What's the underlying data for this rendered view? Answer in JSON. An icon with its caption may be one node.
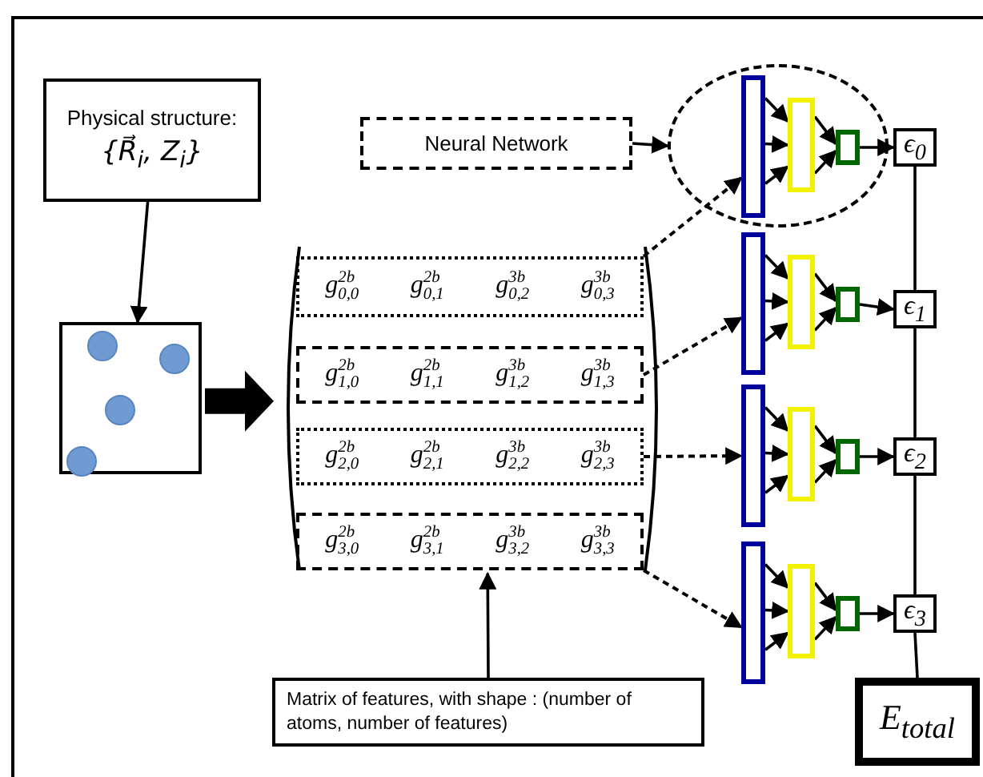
{
  "diagram": {
    "nodes": [
      {
        "text": [
          "Physical structure:",
          "{R⃗$_{i}$, Z$_{i}$}"
        ]
      },
      {
        "text": [],
        "shape": "picture"
      },
      {
        "text": [
          "Neural Network"
        ]
      },
      {
        "text": [],
        "shape": "ellipse"
      },
      {
        "text": [],
        "shape": "matrix"
      },
      {
        "text": [
          "g$^{2b}$$_{0,0}$",
          "g$^{2b}$$_{0,1}$",
          "g$^{3b}$$_{0,2}$",
          "g$^{3b}$$_{0,3}$"
        ],
        "in": 4
      },
      {
        "text": [
          "g$^{2b}$$_{1,0}$",
          "g$^{2b}$$_{1,1}$",
          "g$^{3b}$$_{1,2}$",
          "g$^{3b}$$_{1,3}$"
        ],
        "in": 4
      },
      {
        "text": [
          "g$^{2b}$$_{2,0}$",
          "g$^{2b}$$_{2,1}$",
          "g$^{3b}$$_{2,2}$",
          "g$^{3b}$$_{2,3}$"
        ],
        "in": 4
      },
      {
        "text": [
          "g$^{2b}$$_{3,0}$",
          "g$^{2b}$$_{3,1}$",
          "g$^{3b}$$_{3,2}$",
          "g$^{3b}$$_{3,3}$"
        ],
        "in": 4
      },
      {
        "text": [],
        "shape": "bar",
        "in": 3
      },
      {
        "text": [],
        "shape": "bar",
        "in": 3
      },
      {
        "text": [],
        "shape": "bar",
        "in": 3
      },
      {
        "text": [],
        "shape": "bar"
      },
      {
        "text": [],
        "shape": "bar"
      },
      {
        "text": [],
        "shape": "bar"
      },
      {
        "text": [],
        "shape": "bar"
      },
      {
        "text": [],
        "shape": "bar"
      },
      {
        "text": [],
        "shape": "bar"
      },
      {
        "text": [],
        "shape": "bar"
      },
      {
        "text": [],
        "shape": "bar"
      },
      {
        "text": [],
        "shape": "bar"
      },
      {
        "text": [
          "ϵ$_{0}$"
        ]
      },
      {
        "text": [
          "ϵ$_{1}$"
        ]
      },
      {
        "text": [
          "ϵ$_{2}$"
        ]
      },
      {
        "text": [
          "ϵ$_{3}$"
        ]
      },
      {
        "text": [
          "E$_{total}$"
        ]
      },
      {
        "text": [
          "Matrix of features, with shape : (number of atoms, number of features)"
        ]
      }
    ],
    "edges": [
      {
        "from": 0,
        "to": 1,
        "arrow": "to"
      },
      {
        "from": 1,
        "to": 4,
        "arrow": "to",
        "style": "thick"
      },
      {
        "from": 26,
        "to": 4,
        "arrow": "to"
      },
      {
        "from": 2,
        "to": 3,
        "arrow": "to"
      },
      {
        "from": 5,
        "to": 9,
        "arrow": "to",
        "style": "dashed"
      },
      {
        "from": 6,
        "to": 12,
        "arrow": "to",
        "style": "dashed"
      },
      {
        "from": 7,
        "to": 15,
        "arrow": "to",
        "style": "dashed"
      },
      {
        "from": 8,
        "to": 18,
        "arrow": "to",
        "style": "dashed"
      },
      {
        "from": 9,
        "to": 10,
        "arrow": "to"
      },
      {
        "from": 9,
        "to": 10,
        "arrow": "to"
      },
      {
        "from": 9,
        "to": 10,
        "arrow": "to"
      },
      {
        "from": 10,
        "to": 11,
        "arrow": "to"
      },
      {
        "from": 10,
        "to": 11,
        "arrow": "to"
      },
      {
        "from": 11,
        "to": 21,
        "arrow": "to"
      },
      {
        "from": 12,
        "to": 13,
        "arrow": "to"
      },
      {
        "from": 12,
        "to": 13,
        "arrow": "to"
      },
      {
        "from": 12,
        "to": 13,
        "arrow": "to"
      },
      {
        "from": 13,
        "to": 14,
        "arrow": "to"
      },
      {
        "from": 13,
        "to": 14,
        "arrow": "to"
      },
      {
        "from": 14,
        "to": 22,
        "arrow": "to"
      },
      {
        "from": 15,
        "to": 16,
        "arrow": "to"
      },
      {
        "from": 15,
        "to": 16,
        "arrow": "to"
      },
      {
        "from": 15,
        "to": 16,
        "arrow": "to"
      },
      {
        "from": 16,
        "to": 17,
        "arrow": "to"
      },
      {
        "from": 16,
        "to": 17,
        "arrow": "to"
      },
      {
        "from": 17,
        "to": 23,
        "arrow": "to"
      },
      {
        "from": 18,
        "to": 19,
        "arrow": "to"
      },
      {
        "from": 18,
        "to": 19,
        "arrow": "to"
      },
      {
        "from": 18,
        "to": 19,
        "arrow": "to"
      },
      {
        "from": 19,
        "to": 20,
        "arrow": "to"
      },
      {
        "from": 19,
        "to": 20,
        "arrow": "to"
      },
      {
        "from": 20,
        "to": 24,
        "arrow": "to"
      },
      {
        "from": 21,
        "to": 22,
        "arrow": "none"
      },
      {
        "from": 22,
        "to": 23,
        "arrow": "none"
      },
      {
        "from": 23,
        "to": 24,
        "arrow": "none"
      },
      {
        "from": 24,
        "to": 25,
        "arrow": "none"
      }
    ]
  }
}
